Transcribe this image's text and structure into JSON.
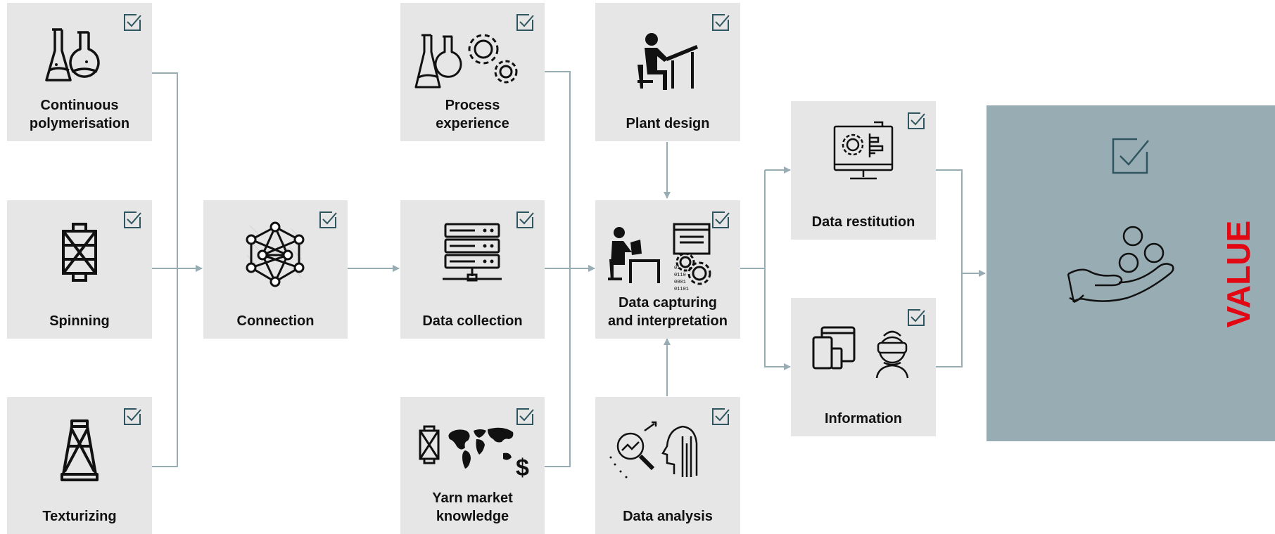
{
  "colors": {
    "box": "#e6e6e6",
    "connector": "#98acb4",
    "check": "#2f5660",
    "value_panel": "#98acb4",
    "value_text": "#e30613"
  },
  "nodes": {
    "continuous_polymerisation": {
      "label": "Continuous\npolymerisation",
      "icon": "lab-flasks-icon"
    },
    "spinning": {
      "label": "Spinning",
      "icon": "yarn-bobbin-icon"
    },
    "texturizing": {
      "label": "Texturizing",
      "icon": "texturizing-cone-icon"
    },
    "connection": {
      "label": "Connection",
      "icon": "network-mesh-icon"
    },
    "process_experience": {
      "label": "Process\nexperience",
      "icon": "flasks-gears-icon"
    },
    "data_collection": {
      "label": "Data collection",
      "icon": "server-stack-icon"
    },
    "yarn_market_knowledge": {
      "label": "Yarn market\nknowledge",
      "icon": "world-map-dollar-icon"
    },
    "plant_design": {
      "label": "Plant design",
      "icon": "person-drafting-table-icon"
    },
    "data_capturing": {
      "label": "Data capturing\nand interpretation",
      "icon": "person-computer-data-gears-icon"
    },
    "data_analysis": {
      "label": "Data analysis",
      "icon": "analytics-ai-head-icon"
    },
    "data_restitution": {
      "label": "Data restitution",
      "icon": "monitor-gear-chart-icon"
    },
    "information": {
      "label": "Information",
      "icon": "devices-vr-person-icon"
    }
  },
  "value": {
    "label": "VALUE",
    "icon": "hand-coins-icon"
  }
}
